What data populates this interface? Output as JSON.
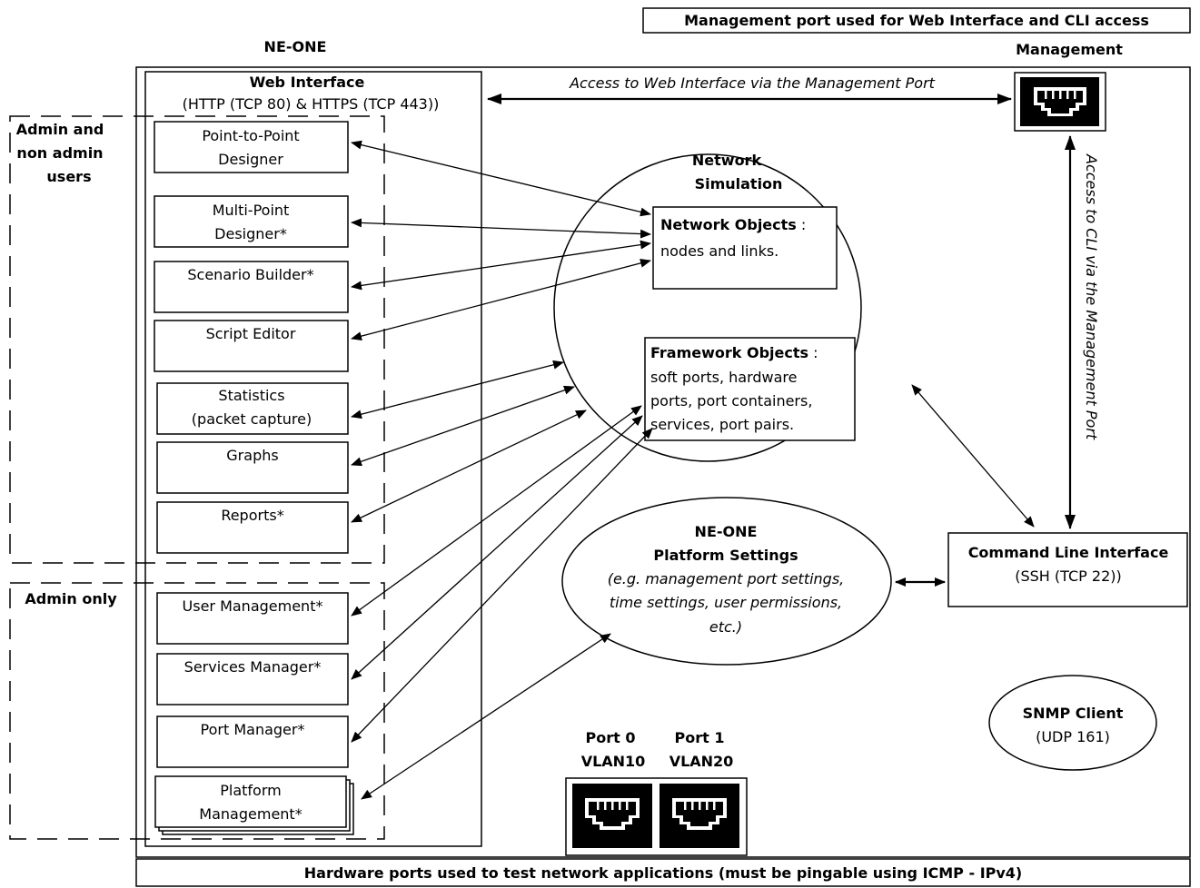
{
  "titles": {
    "top_banner": "Management port used for Web Interface and CLI access",
    "ne_one": "NE-ONE",
    "management": "Management",
    "bottom_banner": "Hardware ports used to test network applications (must be pingable using ICMP - IPv4)"
  },
  "web_interface": {
    "title": "Web Interface",
    "subtitle": "(HTTP (TCP 80)  & HTTPS (TCP 443))"
  },
  "groups": {
    "admin_and_non_admin": [
      "Admin and",
      "non admin",
      "users"
    ],
    "admin_only": "Admin only"
  },
  "modules": {
    "point_to_point": [
      "Point-to-Point",
      "Designer"
    ],
    "multi_point": [
      "Multi-Point",
      "Designer*"
    ],
    "scenario_builder": "Scenario Builder*",
    "script_editor": "Script Editor",
    "statistics": [
      "Statistics",
      "(packet capture)"
    ],
    "graphs": "Graphs",
    "reports": "Reports*",
    "user_management": "User Management*",
    "services_manager": "Services Manager*",
    "port_manager": "Port Manager*",
    "platform_management": [
      "Platform",
      "Management*"
    ]
  },
  "network_simulation": {
    "title": [
      "Network",
      "Simulation"
    ],
    "network_objects_title": "Network Objects",
    "network_objects_colon": " :",
    "network_objects_desc": "nodes and links.",
    "framework_objects_title": "Framework Objects",
    "framework_objects_colon": " :",
    "framework_objects_desc": [
      "soft ports, hardware",
      "ports, port containers,",
      "services, port pairs."
    ]
  },
  "platform_settings": {
    "title": [
      "NE-ONE",
      "Platform Settings"
    ],
    "desc": [
      "(e.g. management port settings,",
      "time settings, user permissions,",
      "etc.)"
    ]
  },
  "cli": {
    "title": "Command Line Interface",
    "subtitle": "(SSH (TCP 22))"
  },
  "snmp": {
    "title": "SNMP Client",
    "subtitle": "(UDP 161)"
  },
  "ports": {
    "port0": [
      "Port 0",
      "VLAN10"
    ],
    "port1": [
      "Port 1",
      "VLAN20"
    ]
  },
  "links": {
    "web_access": "Access to Web Interface via the Management Port",
    "cli_access": "Access to CLI via the Management Port"
  },
  "icons": {
    "management_port": "ethernet-port-icon",
    "hardware_port": "ethernet-port-icon"
  },
  "colors": {
    "line": "#000000",
    "background": "#ffffff"
  }
}
